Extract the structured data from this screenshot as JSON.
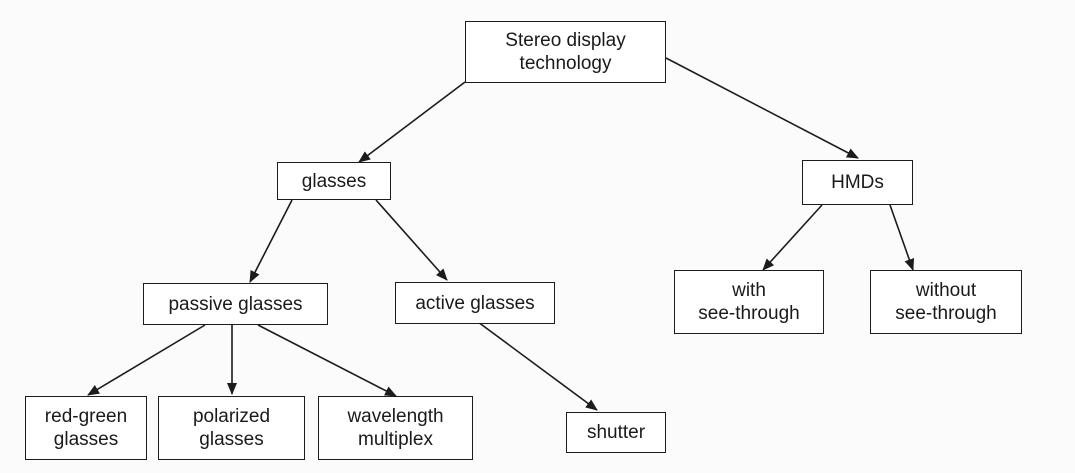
{
  "diagram": {
    "root": {
      "lines": [
        "Stereo display",
        "technology"
      ]
    },
    "glasses": {
      "lines": [
        "glasses"
      ]
    },
    "hmds": {
      "lines": [
        "HMDs"
      ]
    },
    "passive": {
      "lines": [
        "passive glasses"
      ]
    },
    "active": {
      "lines": [
        "active glasses"
      ]
    },
    "with_see": {
      "lines": [
        "with",
        "see-through"
      ]
    },
    "without_see": {
      "lines": [
        "without",
        "see-through"
      ]
    },
    "red_green": {
      "lines": [
        "red-green",
        "glasses"
      ]
    },
    "polarized": {
      "lines": [
        "polarized",
        "glasses"
      ]
    },
    "wavelength": {
      "lines": [
        "wavelength",
        "multiplex"
      ]
    },
    "shutter": {
      "lines": [
        "shutter"
      ]
    }
  }
}
